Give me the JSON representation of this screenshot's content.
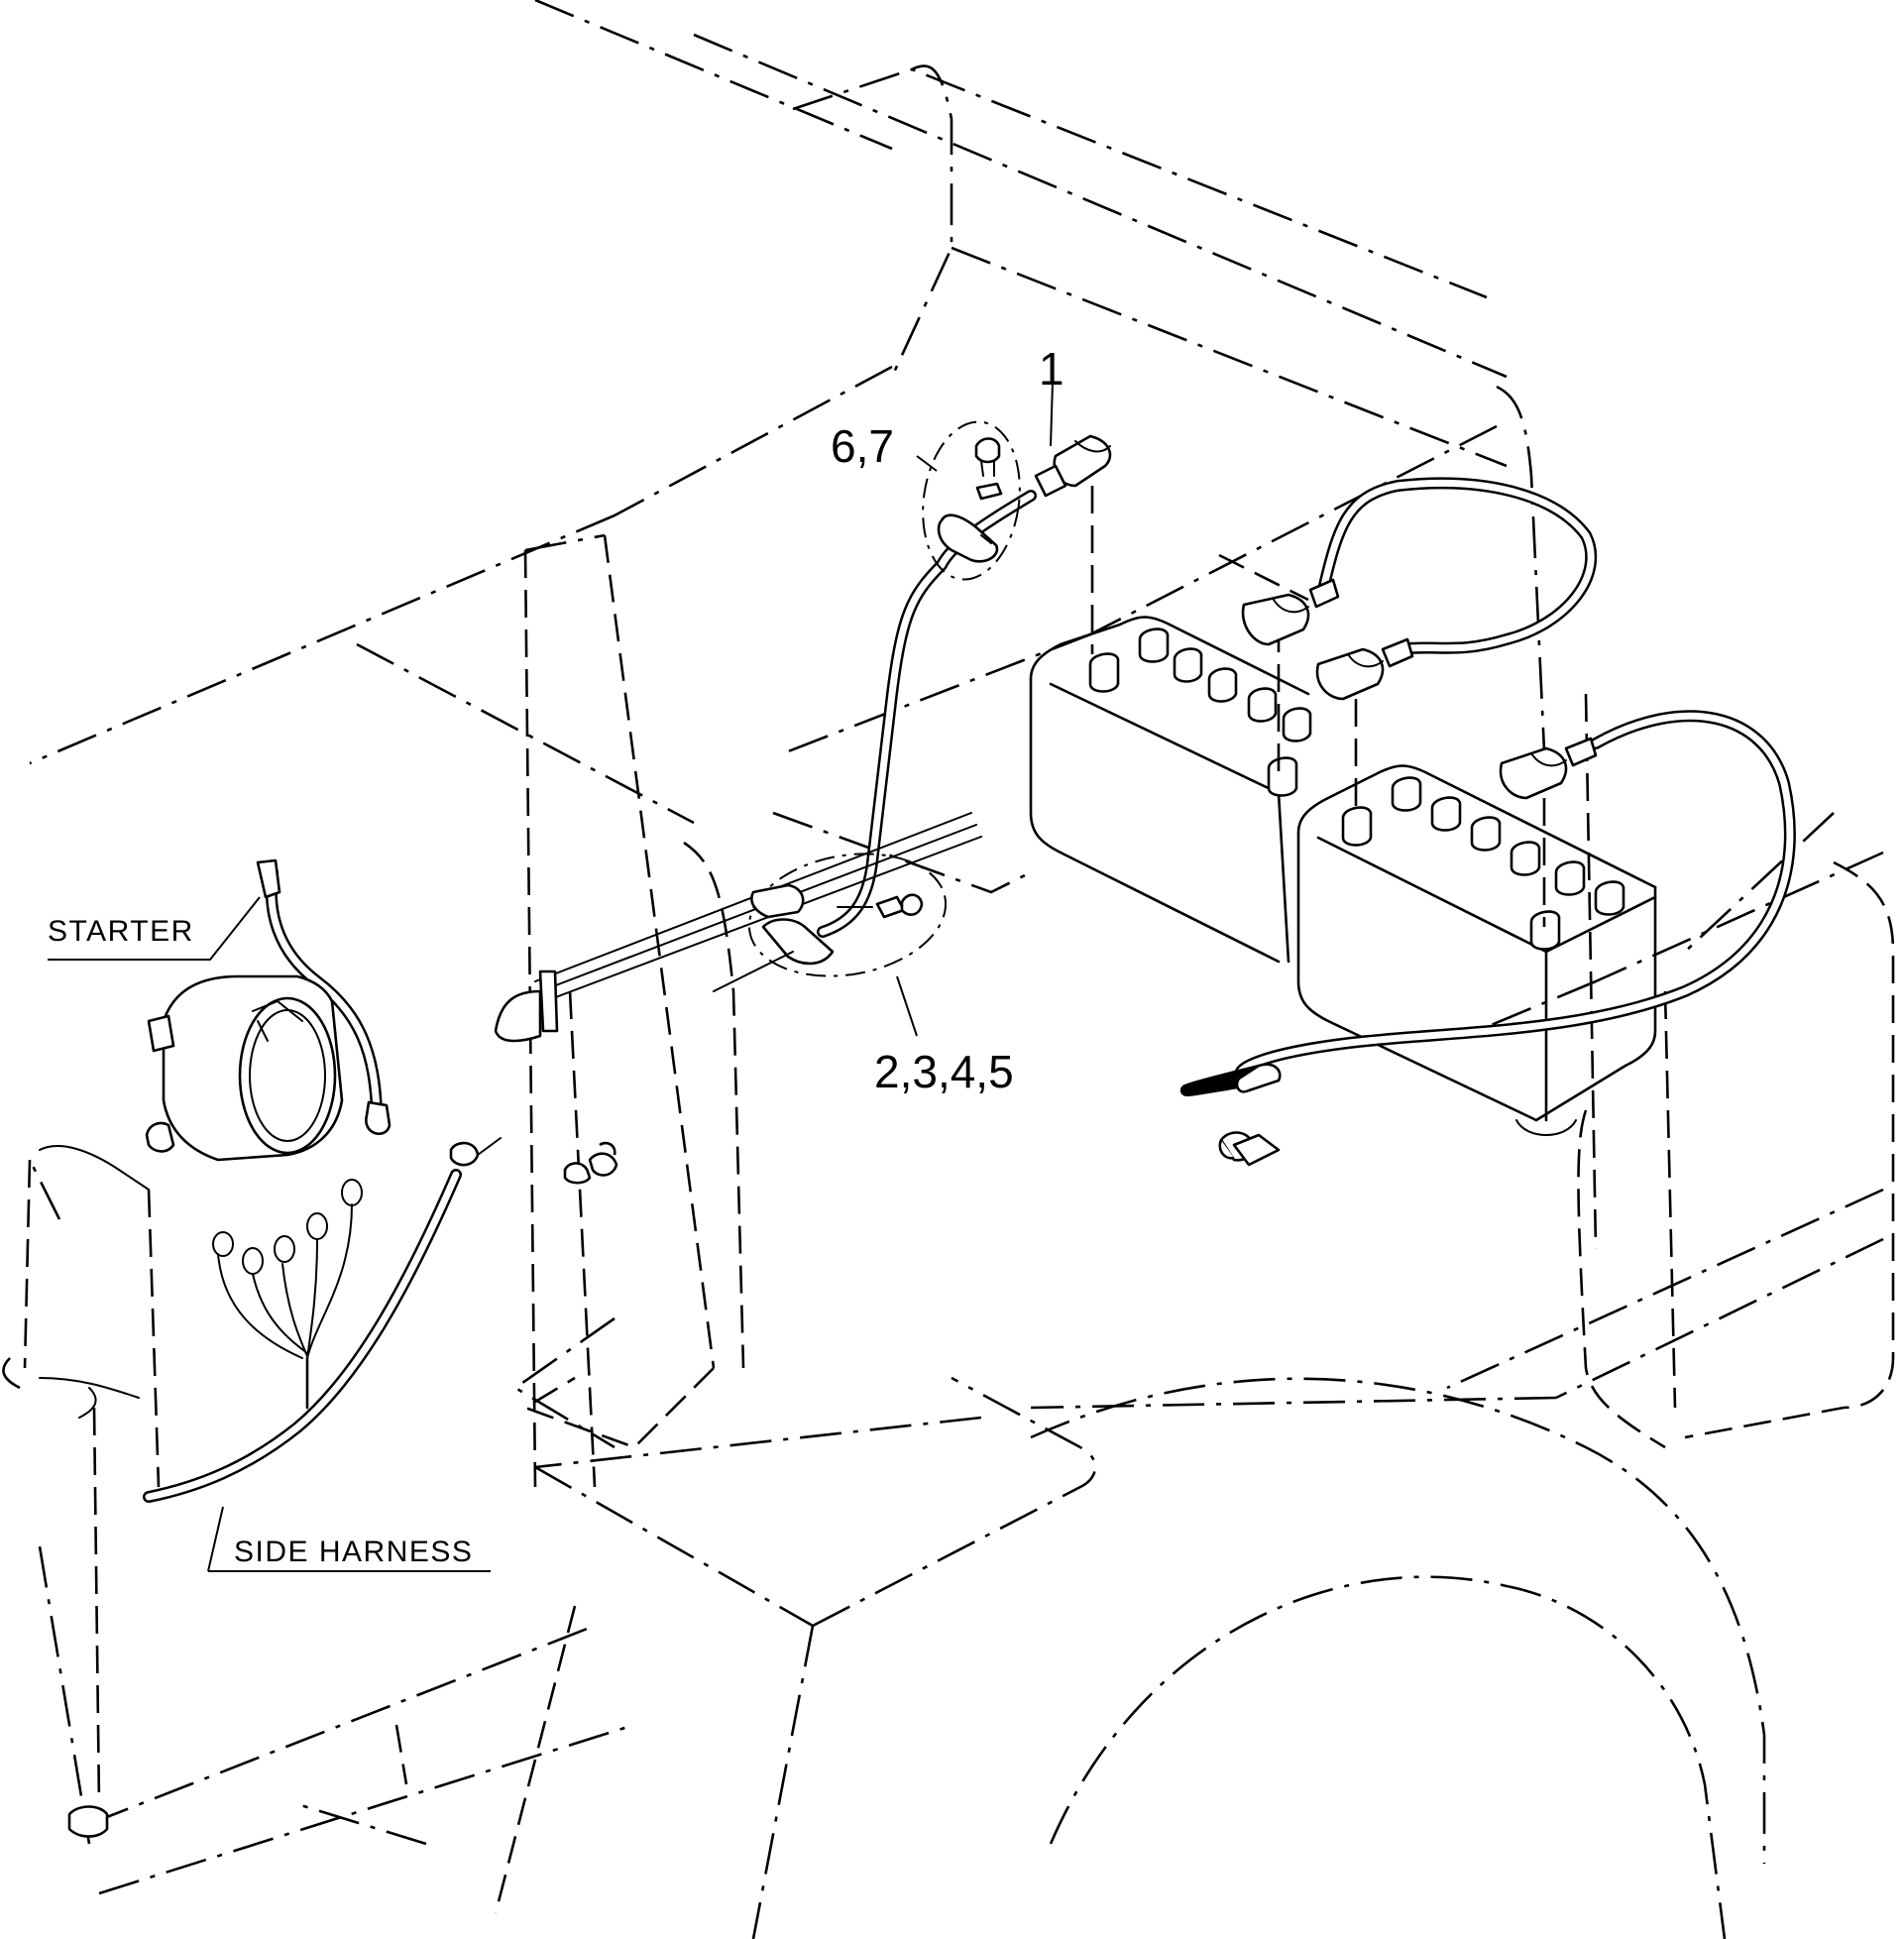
{
  "callouts": {
    "item_1": "1",
    "item_6_7": "6,7",
    "item_2_3_4_5": "2,3,4,5",
    "starter": "STARTER",
    "side_harness": "SIDE HARNESS"
  }
}
